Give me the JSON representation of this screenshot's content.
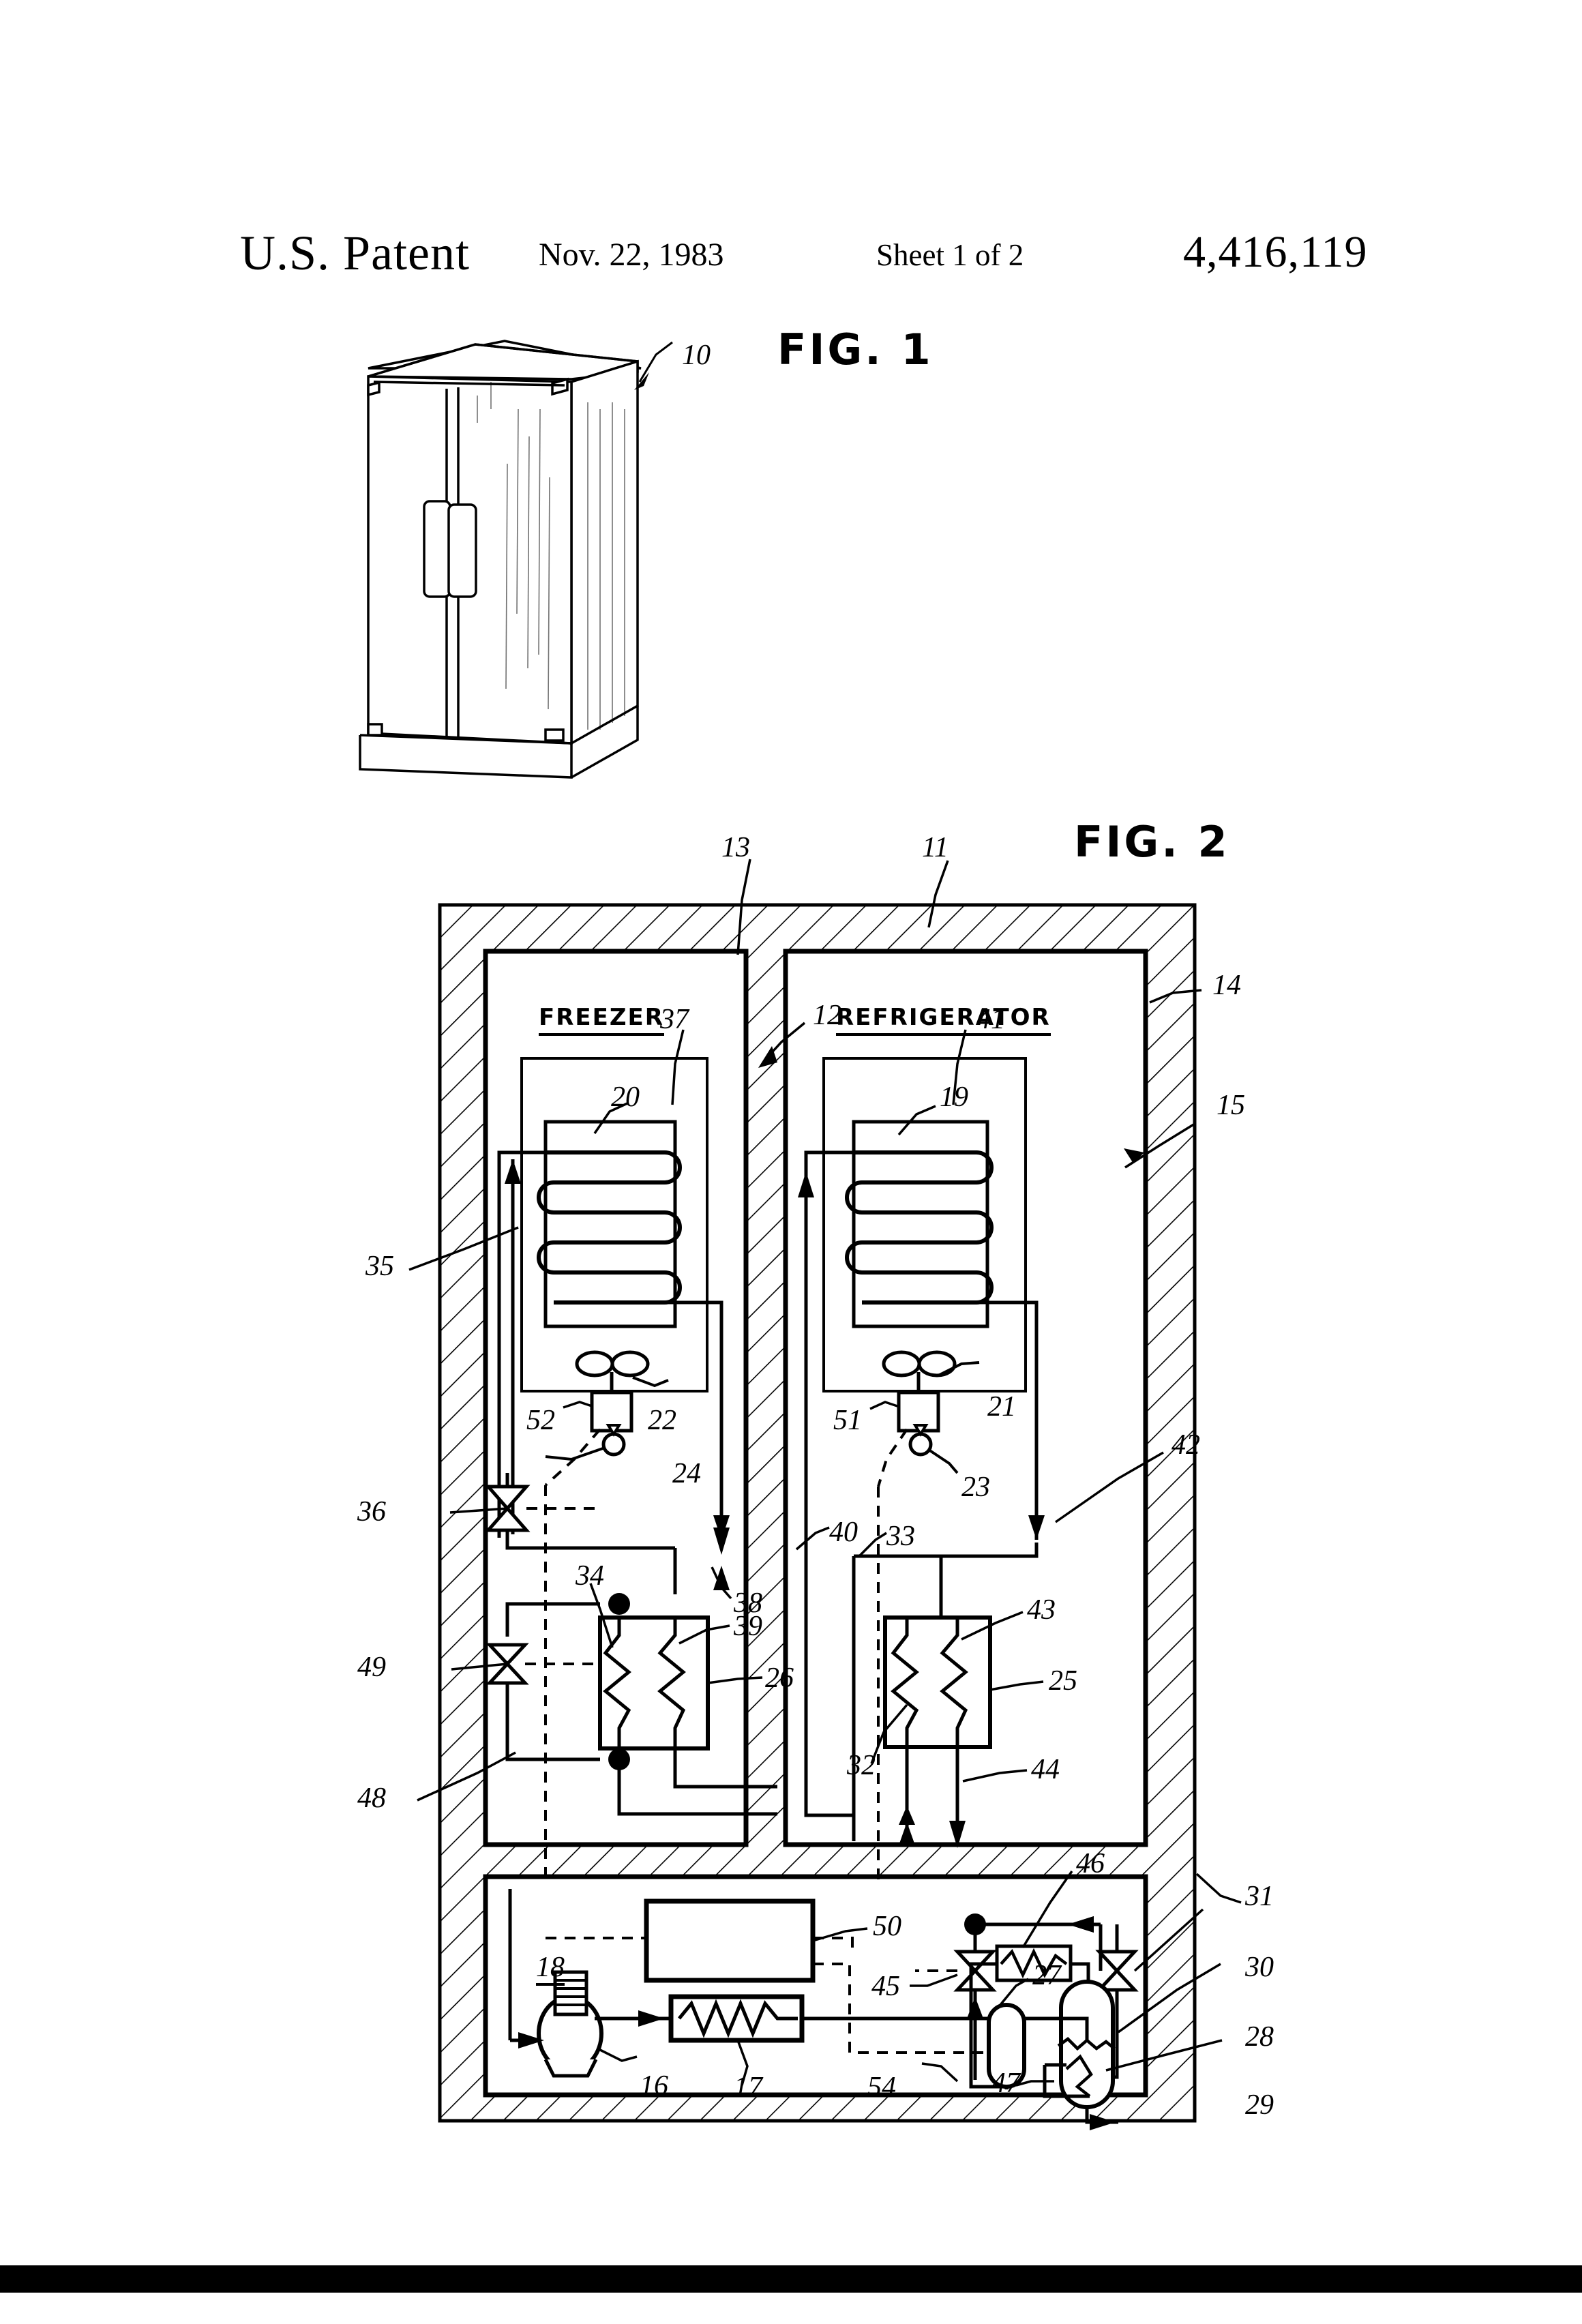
{
  "header": {
    "office": "U.S. Patent",
    "date": "Nov. 22, 1983",
    "sheet": "Sheet 1 of 2",
    "patent_number": "4,416,119"
  },
  "figures": {
    "fig1": {
      "caption": "FIG. 1",
      "ref": "10"
    },
    "fig2": {
      "caption": "FIG. 2"
    }
  },
  "compartments": {
    "freezer_label": "FREEZER",
    "refrigerator_label": "REFRIGERATOR"
  },
  "refs": {
    "r10": "10",
    "r11": "11",
    "r12": "12",
    "r13": "13",
    "r14": "14",
    "r15": "15",
    "r16": "16",
    "r17": "17",
    "r18": "18",
    "r19": "19",
    "r20": "20",
    "r21": "21",
    "r22": "22",
    "r23": "23",
    "r24": "24",
    "r25": "25",
    "r26": "26",
    "r27": "27",
    "r28": "28",
    "r29": "29",
    "r30": "30",
    "r31": "31",
    "r32": "32",
    "r33": "33",
    "r34": "34",
    "r35": "35",
    "r36": "36",
    "r37": "37",
    "r38": "38",
    "r39": "39",
    "r40": "40",
    "r41": "41",
    "r42": "42",
    "r43": "43",
    "r44": "44",
    "r45": "45",
    "r46": "46",
    "r47": "47",
    "r48": "48",
    "r49": "49",
    "r50": "50",
    "r51": "51",
    "r52": "52",
    "r54": "54"
  },
  "colors": {
    "ink": "#000000",
    "paper": "#ffffff"
  }
}
